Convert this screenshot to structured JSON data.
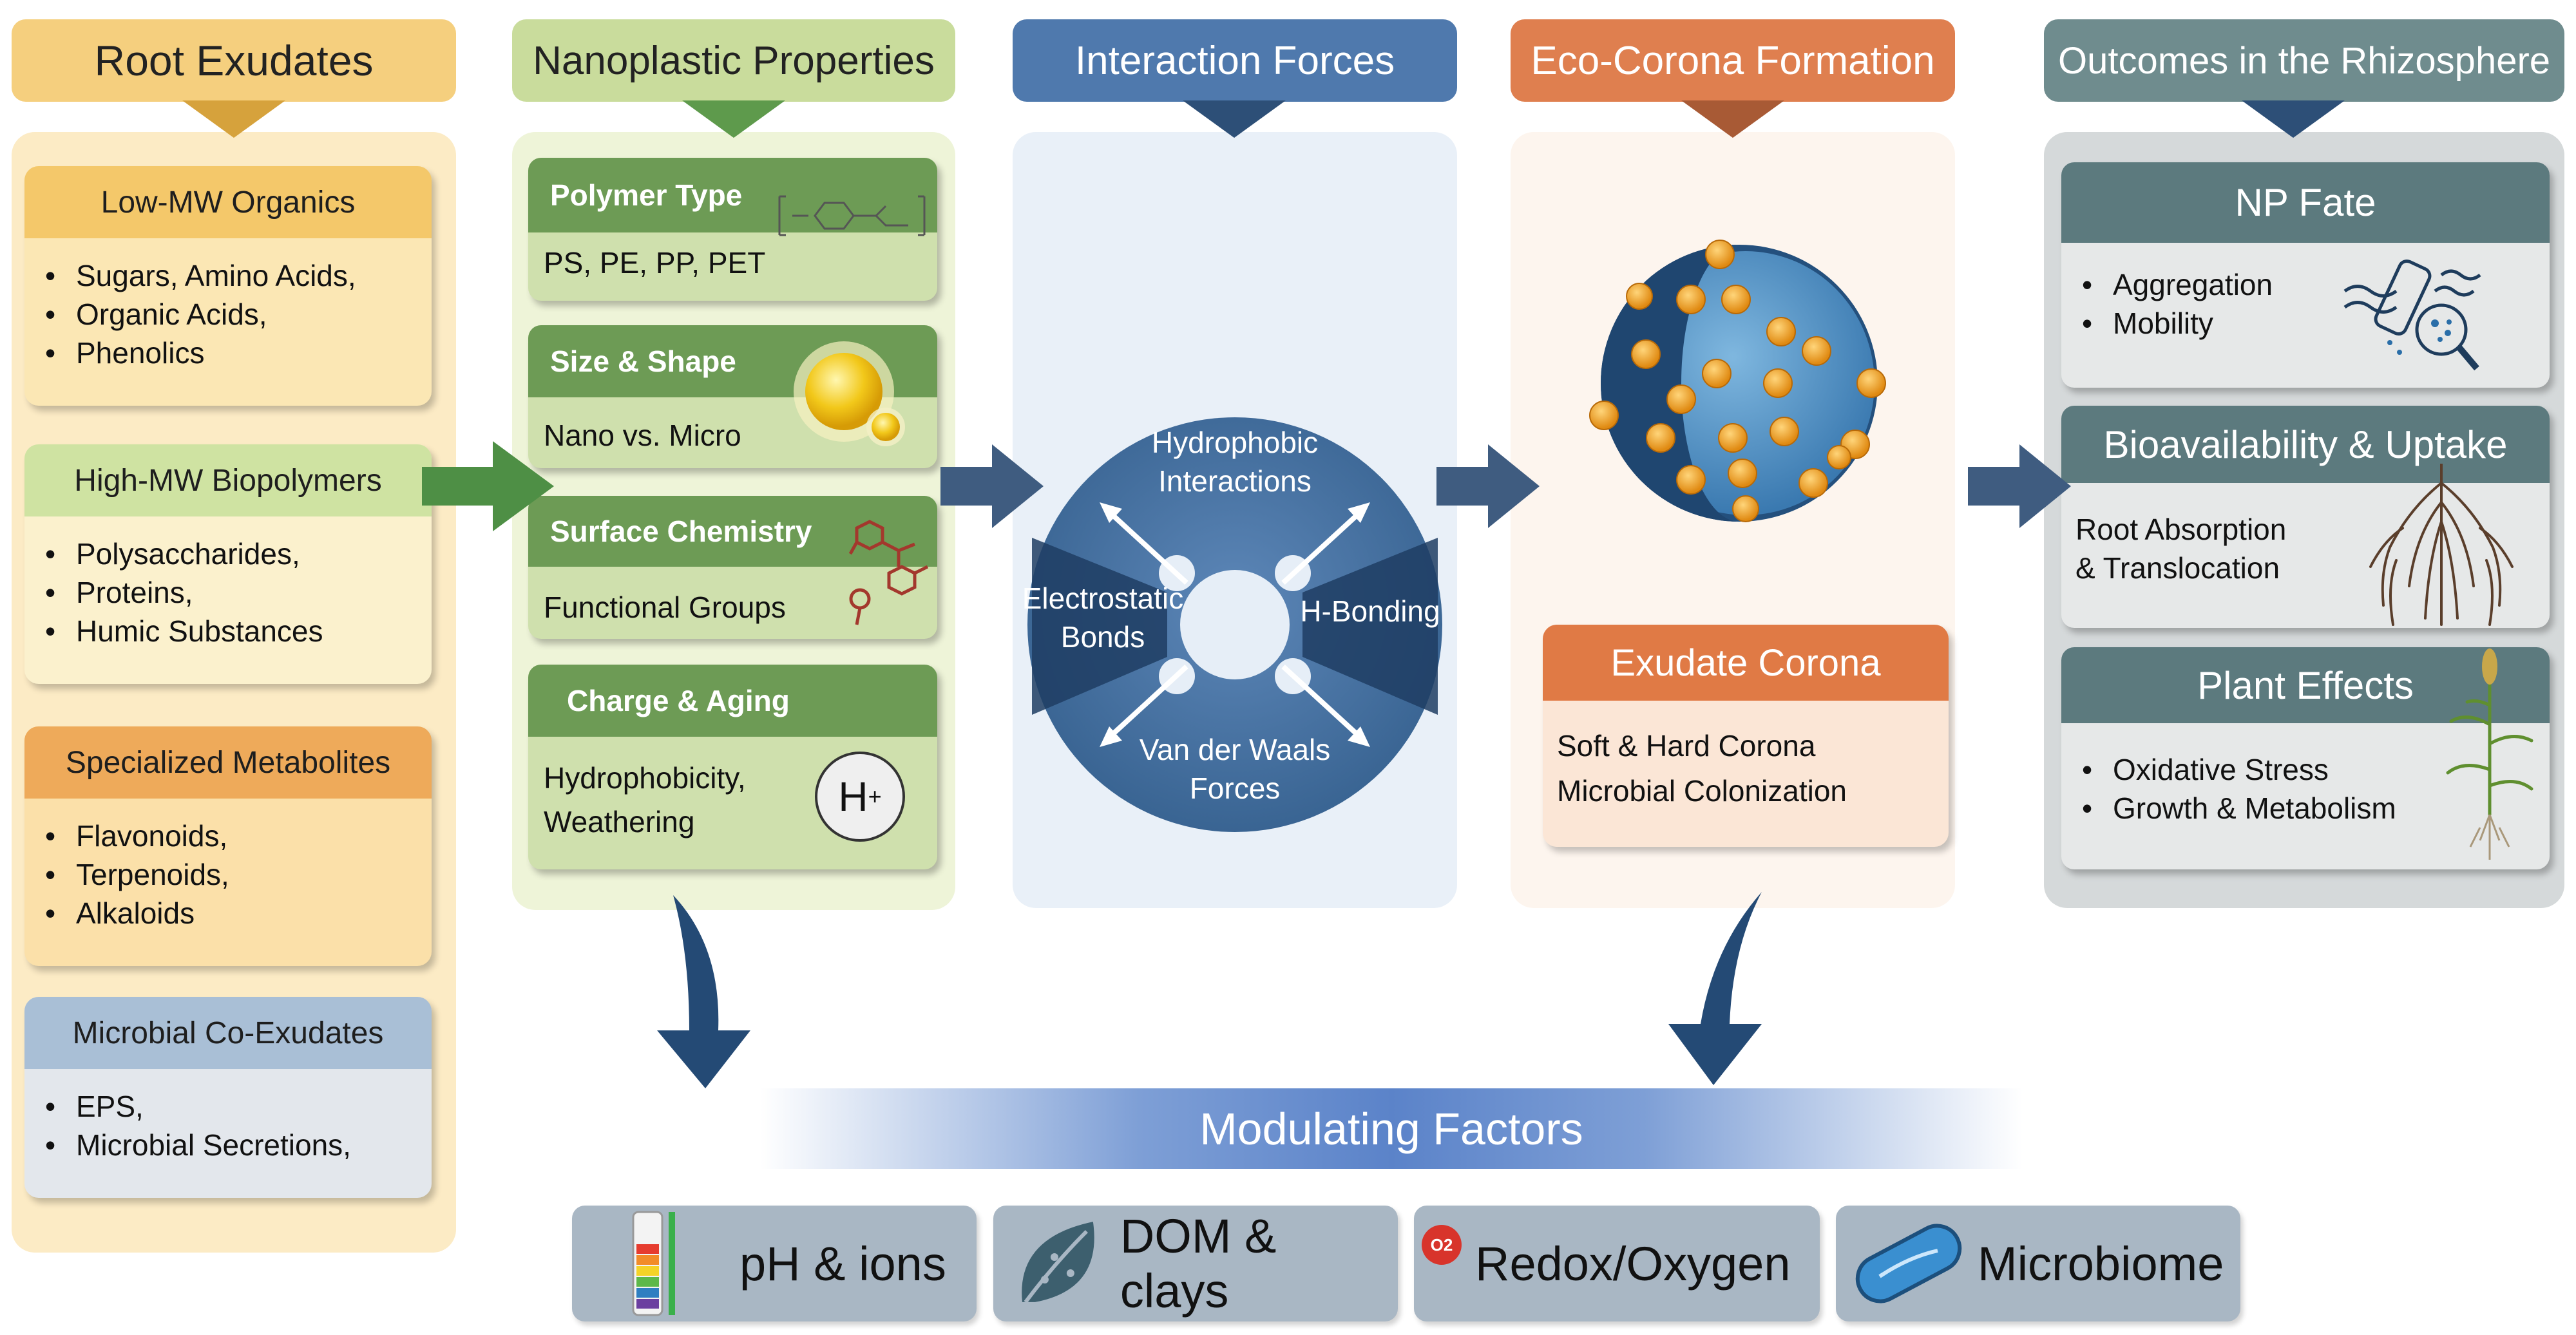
{
  "columns": {
    "root_exudates": {
      "header": "Root Exudates",
      "groups": [
        {
          "title": "Low-MW Organics",
          "items": [
            "Sugars, Amino Acids,",
            "Organic Acids,",
            "Phenolics"
          ]
        },
        {
          "title": "High-MW Biopolymers",
          "items": [
            "Polysaccharides,",
            "Proteins,",
            "Humic Substances"
          ]
        },
        {
          "title": "Specialized Metabolites",
          "items": [
            "Flavonoids,",
            "Terpenoids,",
            "Alkaloids"
          ]
        },
        {
          "title": "Microbial Co-Exudates",
          "items": [
            "EPS,",
            "Microbial Secretions,"
          ]
        }
      ]
    },
    "nanoplastic": {
      "header": "Nanoplastic Properties",
      "cards": [
        {
          "title": "Polymer Type",
          "body": "PS, PE, PP, PET"
        },
        {
          "title": "Size & Shape",
          "body": "Nano vs. Micro"
        },
        {
          "title": "Surface Chemistry",
          "body": "Functional Groups"
        },
        {
          "title": "Charge & Aging",
          "body_line1": "Hydrophobicity,",
          "body_line2": "Weathering",
          "badge": "H",
          "badge_sup": "+"
        }
      ]
    },
    "interaction": {
      "header": "Interaction Forces",
      "forces": {
        "top_line1": "Hydrophobic",
        "top_line2": "Interactions",
        "left_line1": "Electrostatic",
        "left_line2": "Bonds",
        "right": "H-Bonding",
        "bottom_line1": "Van der Waals",
        "bottom_line2": "Forces"
      }
    },
    "eco_corona": {
      "header": "Eco-Corona Formation",
      "card_title": "Exudate Corona",
      "card_line1": "Soft & Hard Corona",
      "card_line2": "Microbial Colonization"
    },
    "outcomes": {
      "header": "Outcomes in the Rhizosphere",
      "cards": [
        {
          "title": "NP Fate",
          "items": [
            "Aggregation",
            "Mobility"
          ]
        },
        {
          "title": "Bioavailability & Uptake",
          "line1": "Root  Absorption",
          "line2": "& Translocation"
        },
        {
          "title": "Plant Effects",
          "items": [
            "Oxidative Stress",
            "Growth & Metabolism"
          ]
        }
      ]
    }
  },
  "modulating": {
    "title": "Modulating Factors",
    "factors": [
      {
        "label": "pH & ions",
        "icon": "ph-strip-icon"
      },
      {
        "label": "DOM & clays",
        "icon": "leaf-icon"
      },
      {
        "label": "Redox/Oxygen",
        "icon": "oxygen-icon",
        "icon_text": "O2"
      },
      {
        "label": "Microbiome",
        "icon": "bacterium-icon"
      }
    ]
  },
  "colors": {
    "root_header": "#f5cf7e",
    "np_header": "#c9dc9c",
    "interaction_header": "#4f79ad",
    "eco_header": "#df7f4f",
    "outcome_header": "#6f8c8e",
    "flow_arrow": "#3f5c80",
    "green_arrow": "#4e8f45"
  }
}
